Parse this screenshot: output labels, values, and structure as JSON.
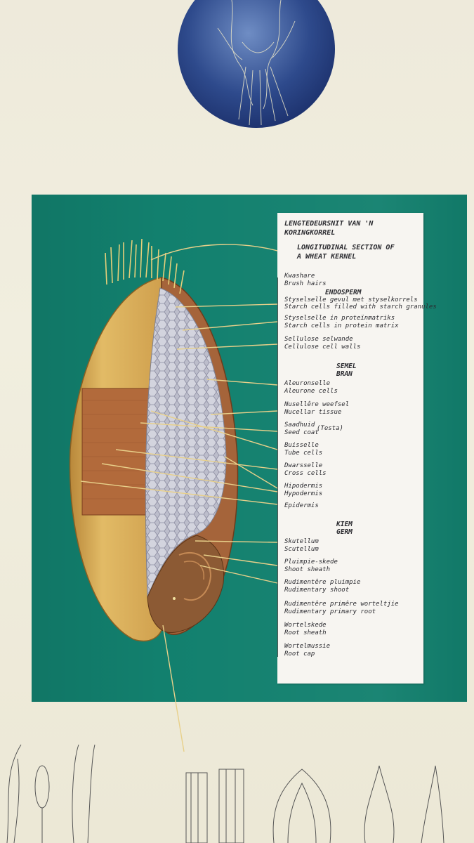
{
  "card": {
    "title_af_line1": "LENGTEDEURSNIT   VAN  'N",
    "title_af_line2": "KORINGKORREL",
    "title_en_line1": "LONGITUDINAL  SECTION  OF",
    "title_en_line2": "A   WHEAT   KERNEL",
    "brush_af": "Kwashare",
    "brush_en": "Brush hairs",
    "endosperm_hdr": "ENDOSPERM",
    "starch_af": "Styselselle gevul met styselkorrels",
    "starch_en": "Starch cells filled with starch granules",
    "protein_af": "Styselselle in proteïnmatriks",
    "protein_en": "Starch cells in protein matrix",
    "cellulose_af": "Sellulose selwande",
    "cellulose_en": "Cellulose cell walls",
    "bran_hdr_af": "SEMEL",
    "bran_hdr_en": "BRAN",
    "aleurone_af": "Aleuronselle",
    "aleurone_en": "Aleurone cells",
    "nucellar_af": "Nusellêre weefsel",
    "nucellar_en": "Nucellar tissue",
    "seed_af": "Saadhuid",
    "seed_testa": "(Testa)",
    "seed_en": "Seed coat",
    "tube_af": "Buisselle",
    "tube_en": "Tube cells",
    "cross_af": "Dwarsselle",
    "cross_en": "Cross cells",
    "hypo_af": "Hipodermis",
    "hypo_en": "Hypodermis",
    "epidermis": "Epidermis",
    "germ_hdr_af": "KIEM",
    "germ_hdr_en": "GERM",
    "scutellum_af": "Skutellum",
    "scutellum_en": "Scutellum",
    "shoot_sheath_af": "Pluimpie-skede",
    "shoot_sheath_en": "Shoot sheath",
    "rud_shoot_af": "Rudimentêre pluimpie",
    "rud_shoot_en": "Rudimentary shoot",
    "rud_root_af": "Rudimentêre primêre worteltjie",
    "rud_root_en": "Rudimentary primary root",
    "root_sheath_af": "Wortelskede",
    "root_sheath_en": "Root sheath",
    "root_cap_af": "Wortelmussie",
    "root_cap_en": "Root cap"
  },
  "colors": {
    "board": "#12806e",
    "card": "#f7f5f1",
    "kernel_outer": "#d9ad55",
    "kernel_section": "#b5683a",
    "endosperm": "#b8b9c8",
    "circle": "#2e4a8c",
    "pin": "#e8d08a"
  },
  "icons": [
    "wheat-ear-sketch-icon",
    "circle-sketch-icon"
  ]
}
